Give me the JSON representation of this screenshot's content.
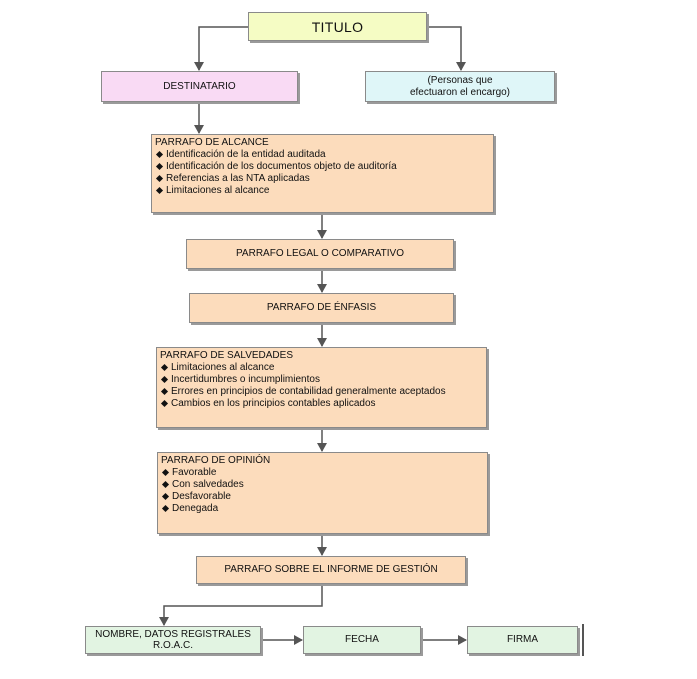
{
  "diagram": {
    "titulo": "TITULO",
    "destinatario": "DESTINATARIO",
    "personas": [
      "(Personas que",
      "efectuaron el encargo)"
    ],
    "alcance": {
      "header": "PARRAFO DE ALCANCE",
      "items": [
        "Identificación de la entidad auditada",
        "Identificación de los documentos objeto de auditoría",
        "Referencias a las NTA aplicadas",
        "Limitaciones al alcance"
      ]
    },
    "legal": "PARRAFO LEGAL O COMPARATIVO",
    "enfasis": "PARRAFO DE ÉNFASIS",
    "salvedades": {
      "header": "PARRAFO DE SALVEDADES",
      "items": [
        "Limitaciones al alcance",
        "Incertidumbres o incumplimientos",
        "Errores en principios de contabilidad generalmente aceptados",
        "Cambios en los principios contables aplicados"
      ]
    },
    "opinion": {
      "header": "PARRAFO DE OPINIÓN",
      "items": [
        "Favorable",
        "Con salvedades",
        "Desfavorable",
        "Denegada"
      ]
    },
    "gestion": "PARRAFO SOBRE EL INFORME DE GESTIÓN",
    "nombre": [
      "NOMBRE, DATOS REGISTRALES",
      "R.O.A.C."
    ],
    "fecha": "FECHA",
    "firma": "FIRMA"
  },
  "colors": {
    "peach": "#fcdcbc",
    "green": "#e2f4e2",
    "pink": "#f9daf4",
    "cyan": "#dff6f8",
    "yellow": "#f5fcc4",
    "connector": "#555555"
  }
}
